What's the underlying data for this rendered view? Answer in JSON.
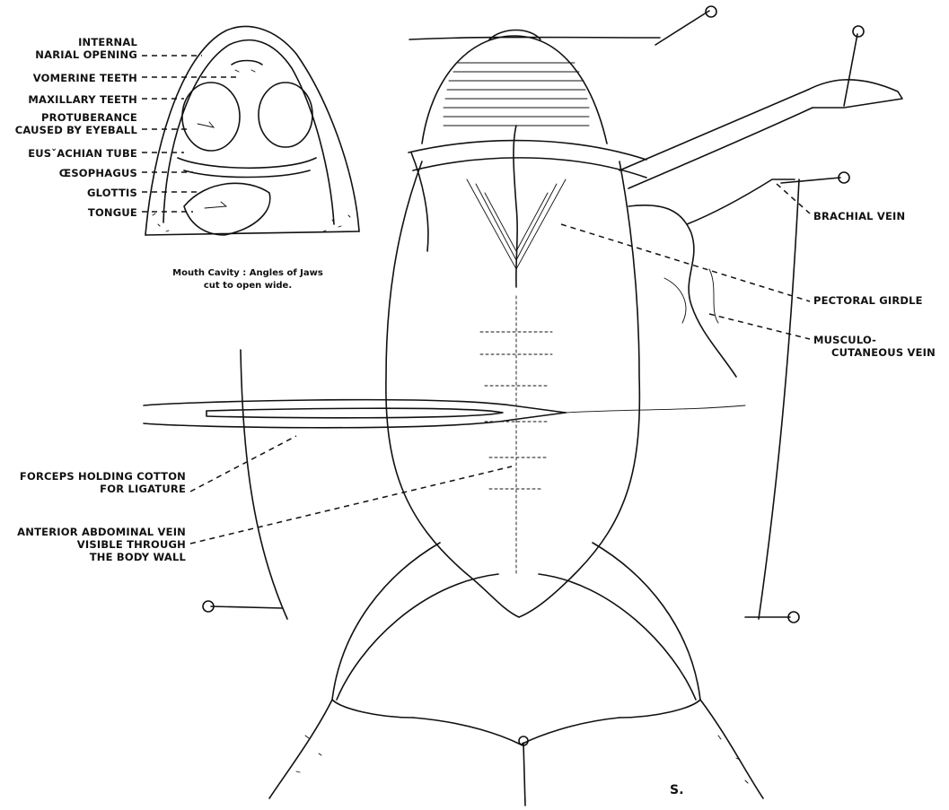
{
  "inset": {
    "labels": [
      {
        "id": "internal-narial-opening",
        "lines": [
          "INTERNAL",
          "NARIAL OPENING"
        ]
      },
      {
        "id": "vomerine-teeth",
        "lines": [
          "VOMERINE TEETH"
        ]
      },
      {
        "id": "maxillary-teeth",
        "lines": [
          "MAXILLARY TEETH"
        ]
      },
      {
        "id": "protuberance",
        "lines": [
          "PROTUBERANCE",
          "CAUSED BY EYEBALL"
        ]
      },
      {
        "id": "eustachian-tube",
        "lines": [
          "EUSˇACHIAN TUBE"
        ]
      },
      {
        "id": "oesophagus",
        "lines": [
          "ŒSOPHAGUS"
        ]
      },
      {
        "id": "glottis",
        "lines": [
          "GLOTTIS"
        ]
      },
      {
        "id": "tongue",
        "lines": [
          "TONGUE"
        ]
      }
    ],
    "caption": [
      "Mouth Cavity :  Angles of Jaws",
      "cut to open wide."
    ]
  },
  "main": {
    "right_labels": [
      {
        "id": "brachial-vein",
        "lines": [
          "BRACHIAL VEIN"
        ]
      },
      {
        "id": "pectoral-girdle",
        "lines": [
          "PECTORAL GIRDLE"
        ]
      },
      {
        "id": "musculo-cutaneous-vein",
        "lines": [
          "MUSCULO-",
          "CUTANEOUS VEIN"
        ]
      }
    ],
    "left_labels": [
      {
        "id": "forceps",
        "lines": [
          "FORCEPS HOLDING COTTON",
          "FOR LIGATURE"
        ]
      },
      {
        "id": "anterior-abdominal-vein",
        "lines": [
          "ANTERIOR ABDOMINAL VEIN",
          "VISIBLE THROUGH",
          "THE BODY WALL"
        ]
      }
    ],
    "signature": "S."
  }
}
